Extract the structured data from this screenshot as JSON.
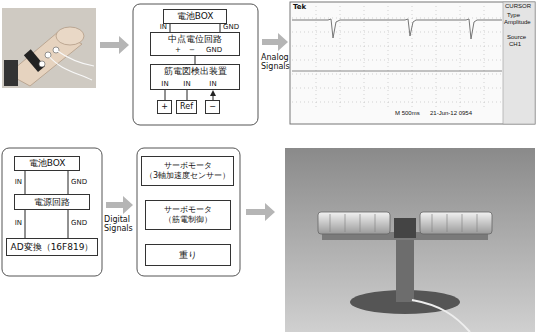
{
  "diagram": {
    "nodes": [
      {
        "text": [
          "電池BOX"
        ]
      },
      {
        "text": [
          "中点電位回路"
        ]
      },
      {
        "text": [
          "筋電図検出装置"
        ]
      },
      {
        "text": [
          "+"
        ]
      },
      {
        "text": [
          "Ref"
        ]
      },
      {
        "text": [
          "−"
        ]
      },
      {
        "text": [
          "電池BOX"
        ]
      },
      {
        "text": [
          "電源回路"
        ]
      },
      {
        "text": [
          "AD変換（16F819）"
        ]
      },
      {
        "text": [
          "サーボモータ （3軸加速度センサー）"
        ]
      },
      {
        "text": [
          "サーボモータ （筋電制御）"
        ]
      },
      {
        "text": [
          "重り"
        ]
      }
    ],
    "edges": [
      {
        "from": 0,
        "to": 1,
        "arrow": "none",
        "label": "IN"
      },
      {
        "from": 0,
        "to": 1,
        "arrow": "none",
        "label": "GND"
      },
      {
        "from": 1,
        "to": 2,
        "arrow": "none"
      },
      {
        "from": 3,
        "to": 2,
        "arrow": "none"
      },
      {
        "from": 4,
        "to": 2,
        "arrow": "none"
      },
      {
        "from": 5,
        "to": 2,
        "arrow": "to"
      },
      {
        "from": 6,
        "to": 7,
        "arrow": "none",
        "label": "IN"
      },
      {
        "from": 6,
        "to": 7,
        "arrow": "none",
        "label": "GND"
      },
      {
        "from": 7,
        "to": 8,
        "arrow": "none",
        "label": "IN"
      },
      {
        "from": 7,
        "to": 8,
        "arrow": "none",
        "label": "GND"
      }
    ],
    "labels": [
      "Tek",
      "CURSOR",
      "Type",
      "Amplitude",
      "Source",
      "CH1",
      "M 500ms",
      "21-Jun-12 0954",
      "Analog Signals",
      "+",
      "−",
      "GND",
      "IN",
      "IN",
      "IN",
      "Digital Signals"
    ]
  }
}
